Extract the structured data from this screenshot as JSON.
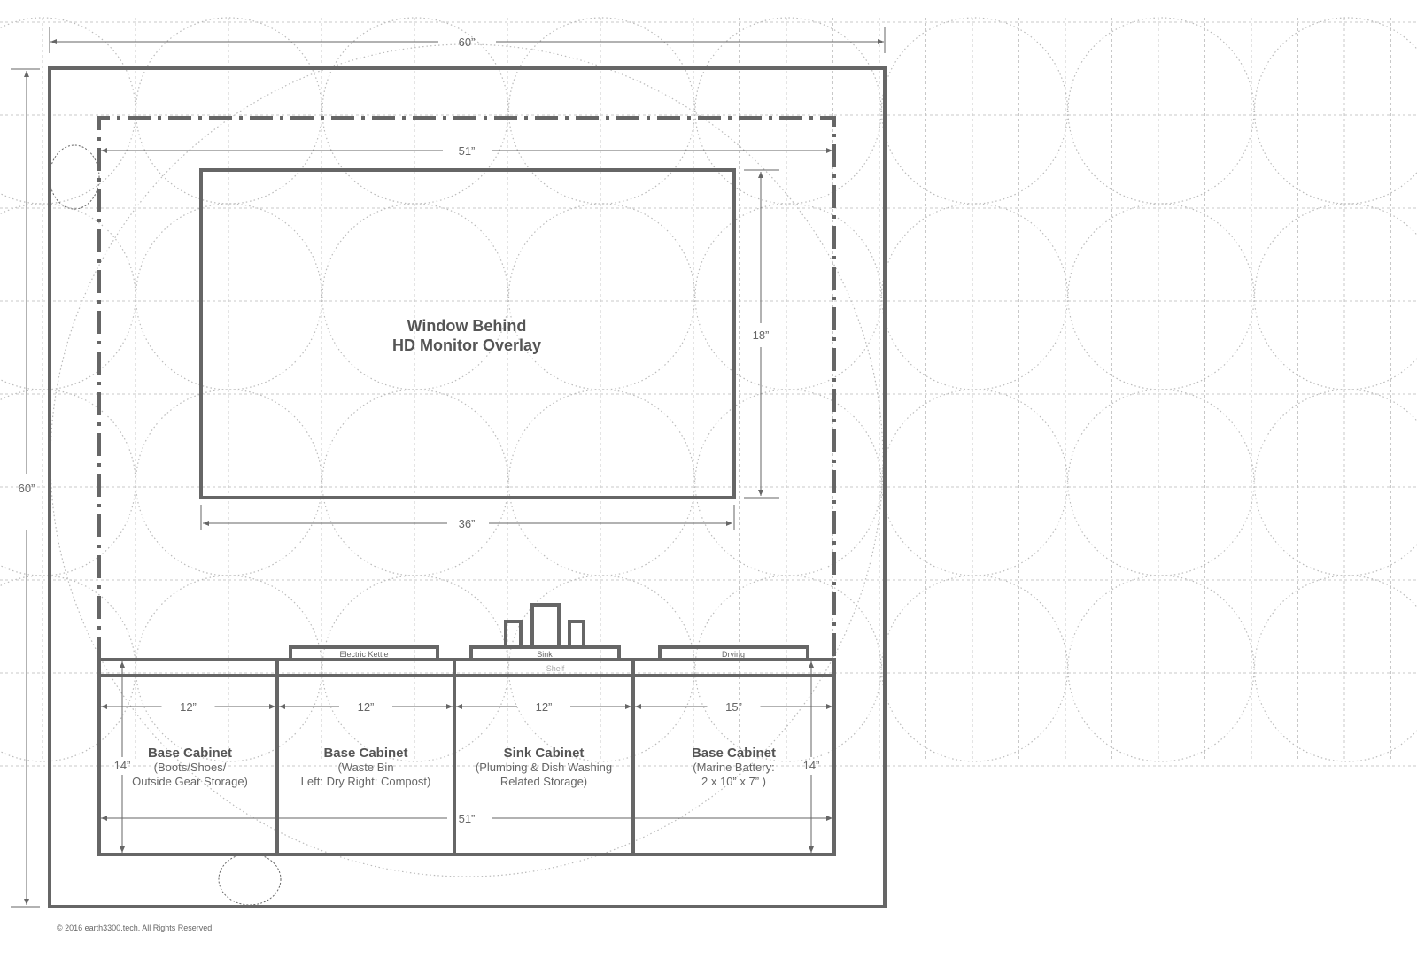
{
  "dimensions": {
    "overall_width": "60”",
    "overall_height": "60”",
    "inner_width": "51”",
    "window_height": "18”",
    "window_width": "36”",
    "cabinet_total_width": "51”",
    "cabinet_height_left": "14”",
    "cabinet_height_right": "14”"
  },
  "window": {
    "line1": "Window Behind",
    "line2": "HD Monitor Overlay"
  },
  "counter": {
    "kettle": "Electric Kettle",
    "sink": "Sink",
    "drying": "Drying",
    "shelf": "Shelf"
  },
  "cabinets": [
    {
      "width": "12”",
      "title": "Base Cabinet",
      "line1": "(Boots/Shoes/",
      "line2": "Outside Gear Storage)"
    },
    {
      "width": "12”",
      "title": "Base Cabinet",
      "line1": "(Waste Bin",
      "line2": "Left: Dry Right: Compost)"
    },
    {
      "width": "12”",
      "title": "Sink Cabinet",
      "line1": "(Plumbing & Dish Washing",
      "line2": "Related Storage)"
    },
    {
      "width": "15”",
      "title": "Base Cabinet",
      "line1": "(Marine Battery:",
      "line2": "2 x 10” x 7” )"
    }
  ],
  "copyright": "© 2016 earth3300.tech. All Rights Reserved."
}
